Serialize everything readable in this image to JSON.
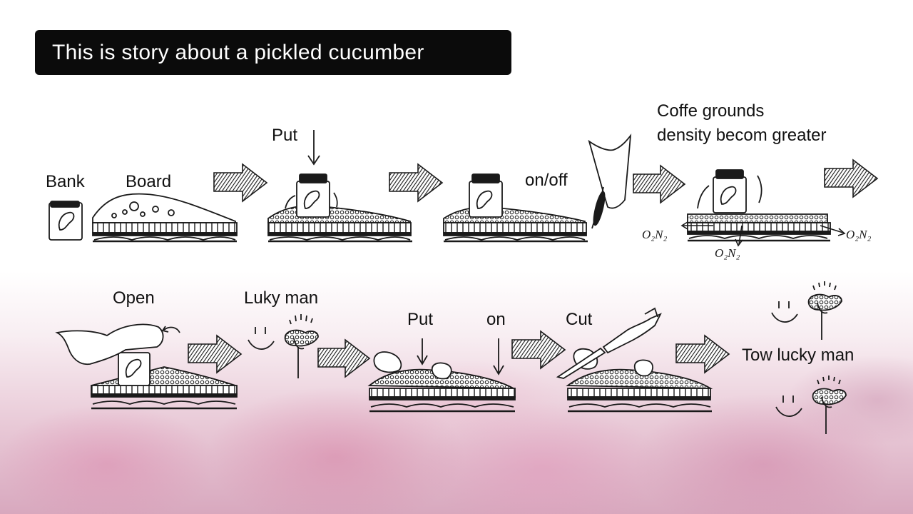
{
  "title": "This is story about a pickled cucumber",
  "labels": {
    "bank": "Bank",
    "board": "Board",
    "put_1": "Put",
    "on_off": "on/off",
    "coffee_line1": "Coffe grounds",
    "coffee_line2": "density becom greater",
    "open": "Open",
    "luky_man": "Luky man",
    "put_2": "Put",
    "on": "on",
    "cut": "Cut",
    "tow_lucky_man": "Tow lucky man"
  },
  "gas_labels": [
    "O₂N₂",
    "O₂N₂",
    "O₂N₂"
  ],
  "colors": {
    "title_bg": "#0b0b0b",
    "title_text": "#ffffff",
    "ink": "#1a1a1a",
    "bg_blush": "#d8a8be"
  }
}
